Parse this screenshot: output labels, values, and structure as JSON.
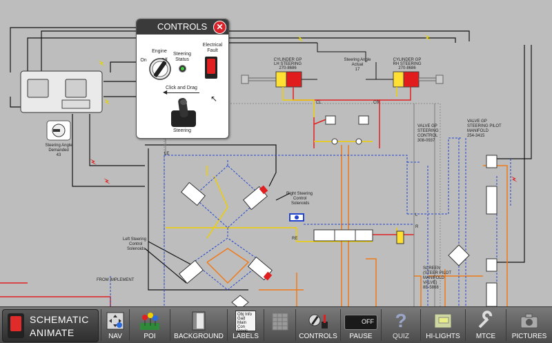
{
  "schematic": {
    "labels": {
      "cyl_lh": [
        "CYLINDER GP",
        "LH STEERING",
        "270-8686"
      ],
      "cyl_rh": [
        "CYLINDER GP",
        "RH STEERING",
        "270-8686"
      ],
      "angle_actual": [
        "Steering Angle",
        "Actual",
        "17"
      ],
      "angle_demanded": [
        "Steering Angle",
        "Demanded",
        "43"
      ],
      "valve_control": [
        "VALVE GP",
        "STEERING",
        "CONTROL",
        "308-0937"
      ],
      "valve_pilot": [
        "VALVE GP",
        "STEERING PILOT",
        "MANIFOLD",
        "254-3415"
      ],
      "screen": [
        "SCREEN",
        "(STEER PILOT",
        "MANIFOLD",
        "VALVE)",
        "8E-5868"
      ],
      "right_sol": [
        "Right Steering",
        "Control",
        "Solenoids"
      ],
      "left_sol": [
        "Left Steering",
        "Control",
        "Solenoids"
      ],
      "from_implement": "FROM IMPLEMENT",
      "le": "LE",
      "re": "RE",
      "cl": "CL",
      "cr": "CR",
      "l": "L",
      "r": "R"
    }
  },
  "controls": {
    "title": "CONTROLS",
    "engine_label": "Engine",
    "on_label": "On",
    "off_label": "Off",
    "status_label": [
      "Steering",
      "Status"
    ],
    "fault_label": [
      "Electrical",
      "Fault"
    ],
    "drag_label": "Click and Drag",
    "steering_label": "Steering",
    "status_color": "#3fcf3f",
    "fault_color": "#e02020"
  },
  "toolbar": {
    "mode": [
      "SCHEMATIC",
      "ANIMATE"
    ],
    "buttons": [
      {
        "label": "NAV",
        "icon": "nav-icon"
      },
      {
        "label": "POI",
        "icon": "poi-icon"
      },
      {
        "label": "BACKGROUND",
        "icon": "background-icon"
      },
      {
        "label": "LABELS",
        "icon": "labels-icon",
        "thumb": [
          "Obj",
          "Info",
          "Gad",
          "Main",
          "Con",
          "Devic"
        ]
      },
      {
        "label": "",
        "icon": "grid-icon"
      },
      {
        "label": "CONTROLS",
        "icon": "controls-icon"
      },
      {
        "label": "PAUSE",
        "icon": "pause-icon",
        "badge": "OFF"
      },
      {
        "label": "QUIZ",
        "icon": "quiz-icon"
      },
      {
        "label": "HI-LIGHTS",
        "icon": "highlights-icon"
      },
      {
        "label": "MTCE",
        "icon": "mtce-icon"
      },
      {
        "label": "PICTURES",
        "icon": "pictures-icon"
      }
    ]
  }
}
